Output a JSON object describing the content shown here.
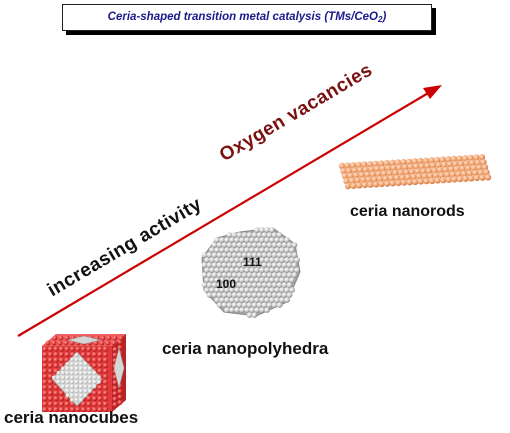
{
  "title": {
    "main": "Ceria-shaped transition metal catalysis (TMs/CeO",
    "subscript": "2",
    "closing": ")"
  },
  "arrow_labels": {
    "activity": "increasing activity",
    "vacancies": "Oxygen vacancies"
  },
  "shapes": {
    "nanorods": {
      "label": "ceria nanorods",
      "color": "#f0a070"
    },
    "nanopolyhedra": {
      "label": "ceria nanopolyhedra",
      "facet_top": "111",
      "facet_left": "100",
      "color": "#c8c8c8"
    },
    "nanocubes": {
      "label": "ceria nanocubes",
      "color": "#e84040"
    }
  },
  "colors": {
    "arrow": "#cc0000",
    "vacancies_text": "#7a1010",
    "title_text": "#1a1a8c"
  }
}
